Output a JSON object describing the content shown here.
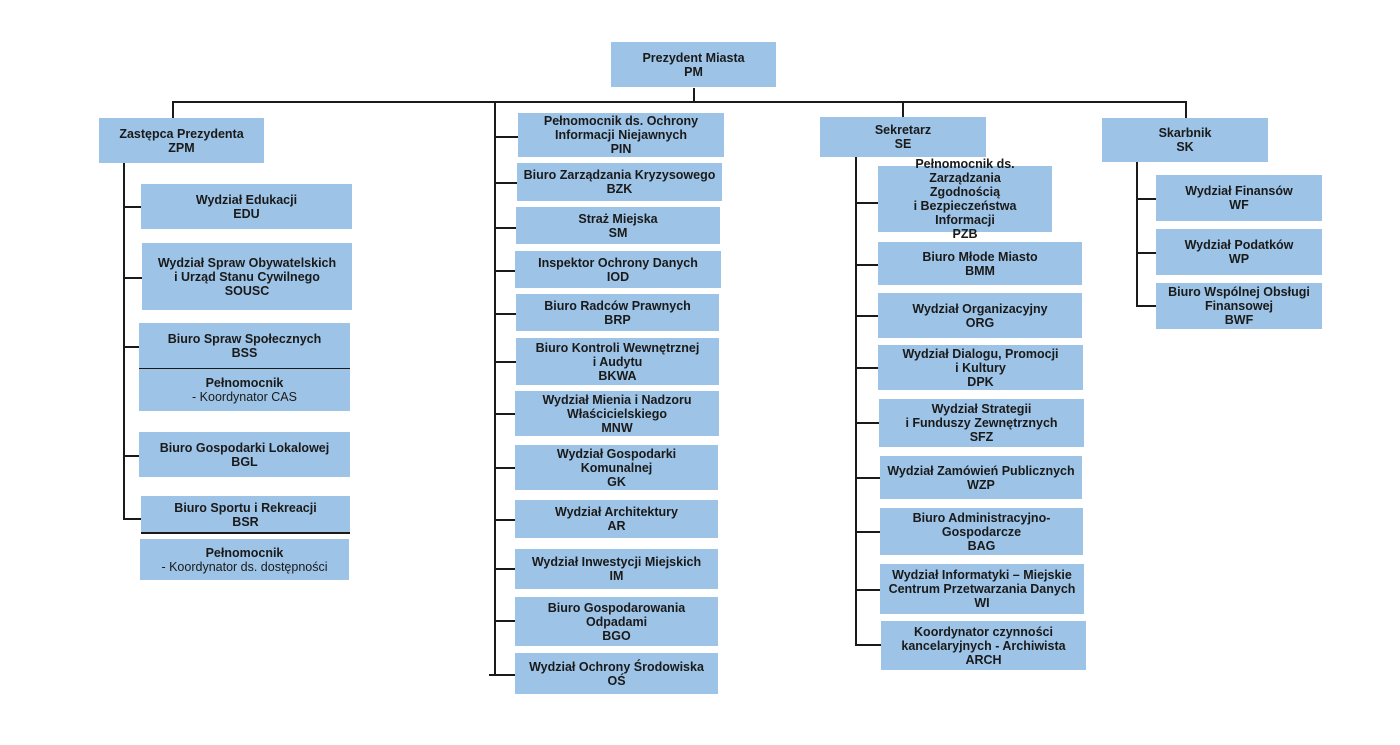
{
  "top": {
    "line1": "Prezydent Miasta",
    "line2": "PM"
  },
  "col1": {
    "head": {
      "line1": "Zastępca Prezydenta",
      "line2": "ZPM"
    },
    "edu": {
      "line1": "Wydział Edukacji",
      "line2": "EDU"
    },
    "sousc": {
      "line1": "Wydział Spraw Obywatelskich",
      "line2": "i Urząd Stanu Cywilnego",
      "line3": "SOUSC"
    },
    "bss": {
      "line1": "Biuro Spraw Społecznych",
      "line2": "BSS"
    },
    "cas": {
      "line1": "Pełnomocnik",
      "line2": "- Koordynator CAS"
    },
    "bgl": {
      "line1": "Biuro Gospodarki Lokalowej",
      "line2": "BGL"
    },
    "bsr": {
      "line1": "Biuro Sportu i Rekreacji",
      "line2": "BSR"
    },
    "dost": {
      "line1": "Pełnomocnik",
      "line2": "- Koordynator ds. dostępności"
    }
  },
  "col2": {
    "pin": {
      "line1": "Pełnomocnik ds. Ochrony",
      "line2": "Informacji Niejawnych",
      "line3": "PIN"
    },
    "bzk": {
      "line1": "Biuro Zarządzania Kryzysowego",
      "line2": "BZK"
    },
    "sm": {
      "line1": "Straż Miejska",
      "line2": "SM"
    },
    "iod": {
      "line1": "Inspektor Ochrony Danych",
      "line2": "IOD"
    },
    "brp": {
      "line1": "Biuro Radców Prawnych",
      "line2": "BRP"
    },
    "bkwa": {
      "line1": "Biuro Kontroli Wewnętrznej",
      "line2": "i Audytu",
      "line3": "BKWA"
    },
    "mnw": {
      "line1": "Wydział Mienia i Nadzoru",
      "line2": "Właścicielskiego",
      "line3": "MNW"
    },
    "gk": {
      "line1": "Wydział Gospodarki",
      "line2": "Komunalnej",
      "line3": "GK"
    },
    "ar": {
      "line1": "Wydział Architektury",
      "line2": "AR"
    },
    "im": {
      "line1": "Wydział Inwestycji Miejskich",
      "line2": "IM"
    },
    "bgo": {
      "line1": "Biuro Gospodarowania",
      "line2": "Odpadami",
      "line3": "BGO"
    },
    "os": {
      "line1": "Wydział Ochrony Środowiska",
      "line2": "OŚ"
    }
  },
  "col3": {
    "head": {
      "line1": "Sekretarz",
      "line2": "SE"
    },
    "pzb": {
      "line1": "Pełnomocnik ds. Zarządzania",
      "line2": "Zgodnością",
      "line3": "i Bezpieczeństwa Informacji",
      "line4": "PZB"
    },
    "bmm": {
      "line1": "Biuro Młode Miasto",
      "line2": "BMM"
    },
    "org": {
      "line1": "Wydział Organizacyjny",
      "line2": "ORG"
    },
    "dpk": {
      "line1": "Wydział Dialogu, Promocji",
      "line2": "i Kultury",
      "line3": "DPK"
    },
    "sfz": {
      "line1": "Wydział Strategii",
      "line2": "i Funduszy Zewnętrznych",
      "line3": "SFZ"
    },
    "wzp": {
      "line1": "Wydział Zamówień Publicznych",
      "line2": "WZP"
    },
    "bag": {
      "line1": "Biuro Administracyjno-",
      "line2": "Gospodarcze",
      "line3": "BAG"
    },
    "wi": {
      "line1": "Wydział Informatyki – Miejskie",
      "line2": "Centrum Przetwarzania Danych",
      "line3": "WI"
    },
    "arch": {
      "line1": "Koordynator czynności",
      "line2": "kancelaryjnych - Archiwista",
      "line3": "ARCH"
    }
  },
  "col4": {
    "head": {
      "line1": "Skarbnik",
      "line2": "SK"
    },
    "wf": {
      "line1": "Wydział Finansów",
      "line2": "WF"
    },
    "wp": {
      "line1": "Wydział Podatków",
      "line2": "WP"
    },
    "bwf": {
      "line1": "Biuro Wspólnej Obsługi",
      "line2": "Finansowej",
      "line3": "BWF"
    }
  }
}
